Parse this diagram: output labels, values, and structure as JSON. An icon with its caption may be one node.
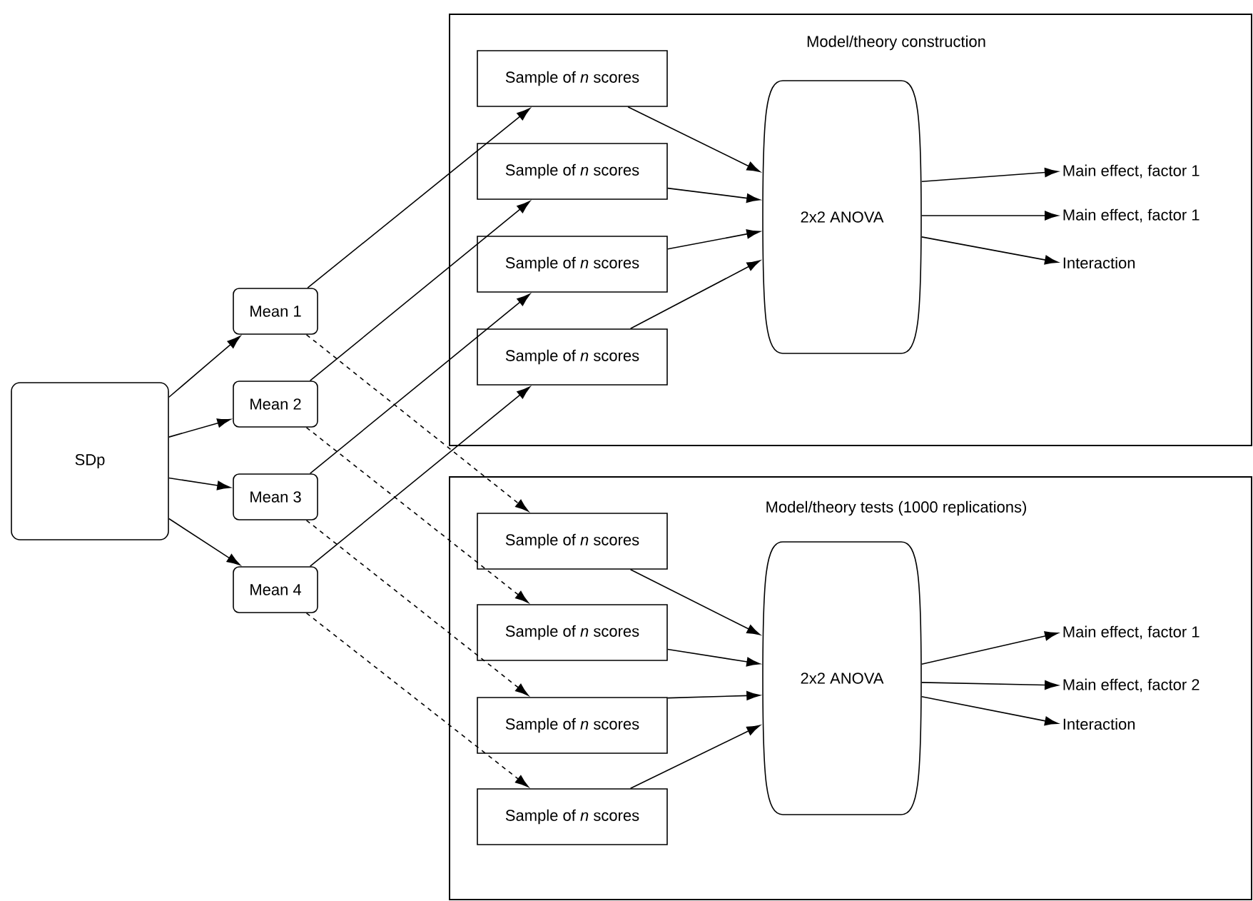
{
  "diagram": {
    "nodes": [
      {
        "text": [
          "SDp"
        ]
      },
      {
        "text": [
          "Mean 1"
        ]
      },
      {
        "text": [
          "Mean 2"
        ]
      },
      {
        "text": [
          "Mean 3"
        ]
      },
      {
        "text": [
          "Mean 4"
        ]
      },
      {
        "text": [
          "Model/theory construction"
        ]
      },
      {
        "text": [
          "Sample of *n* scores"
        ],
        "in": 5
      },
      {
        "text": [
          "Sample of *n* scores"
        ],
        "in": 5
      },
      {
        "text": [
          "Sample of *n* scores"
        ],
        "in": 5
      },
      {
        "text": [
          "Sample of *n* scores"
        ],
        "in": 5
      },
      {
        "text": [
          "2x2 ANOVA"
        ],
        "in": 5
      },
      {
        "text": [
          "Main effect, factor 1"
        ],
        "in": 5
      },
      {
        "text": [
          "Main effect, factor 1"
        ],
        "in": 5
      },
      {
        "text": [
          "Interaction"
        ],
        "in": 5
      },
      {
        "text": [
          "Model/theory tests (1000 replications)"
        ]
      },
      {
        "text": [
          "Sample of *n* scores"
        ],
        "in": 14
      },
      {
        "text": [
          "Sample of *n* scores"
        ],
        "in": 14
      },
      {
        "text": [
          "Sample of *n* scores"
        ],
        "in": 14
      },
      {
        "text": [
          "Sample of *n* scores"
        ],
        "in": 14
      },
      {
        "text": [
          "2x2 ANOVA"
        ],
        "in": 14
      },
      {
        "text": [
          "Main effect, factor 1"
        ],
        "in": 14
      },
      {
        "text": [
          "Main effect, factor 2"
        ],
        "in": 14
      },
      {
        "text": [
          "Interaction"
        ],
        "in": 14
      }
    ],
    "edges": [
      {
        "from": 0,
        "to": 1,
        "arrow": "to"
      },
      {
        "from": 0,
        "to": 2,
        "arrow": "to"
      },
      {
        "from": 0,
        "to": 3,
        "arrow": "to"
      },
      {
        "from": 0,
        "to": 4,
        "arrow": "to"
      },
      {
        "from": 1,
        "to": 6,
        "arrow": "to"
      },
      {
        "from": 2,
        "to": 7,
        "arrow": "to"
      },
      {
        "from": 3,
        "to": 8,
        "arrow": "to"
      },
      {
        "from": 4,
        "to": 9,
        "arrow": "to"
      },
      {
        "from": 1,
        "to": 15,
        "arrow": "to",
        "style": "dashed"
      },
      {
        "from": 2,
        "to": 16,
        "arrow": "to",
        "style": "dashed"
      },
      {
        "from": 3,
        "to": 17,
        "arrow": "to",
        "style": "dashed"
      },
      {
        "from": 4,
        "to": 18,
        "arrow": "to",
        "style": "dashed"
      },
      {
        "from": 6,
        "to": 10,
        "arrow": "to"
      },
      {
        "from": 7,
        "to": 10,
        "arrow": "to"
      },
      {
        "from": 8,
        "to": 10,
        "arrow": "to"
      },
      {
        "from": 9,
        "to": 10,
        "arrow": "to"
      },
      {
        "from": 10,
        "to": 11,
        "arrow": "to"
      },
      {
        "from": 10,
        "to": 12,
        "arrow": "to"
      },
      {
        "from": 10,
        "to": 13,
        "arrow": "to"
      },
      {
        "from": 15,
        "to": 19,
        "arrow": "to"
      },
      {
        "from": 16,
        "to": 19,
        "arrow": "to"
      },
      {
        "from": 17,
        "to": 19,
        "arrow": "to"
      },
      {
        "from": 18,
        "to": 19,
        "arrow": "to"
      },
      {
        "from": 19,
        "to": 20,
        "arrow": "to"
      },
      {
        "from": 19,
        "to": 21,
        "arrow": "to"
      },
      {
        "from": 19,
        "to": 22,
        "arrow": "to"
      }
    ]
  }
}
